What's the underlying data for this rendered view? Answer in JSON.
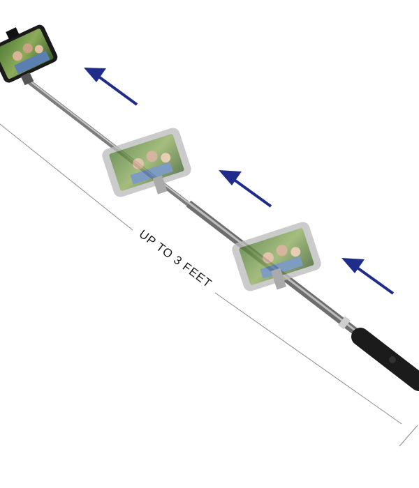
{
  "product": {
    "measurement_label": "UP TO 3 FEET",
    "arrow_color": "#1f2d8a",
    "pole_color": "#9a9a9a",
    "handle_color": "#1b1b1b",
    "phone_positions": [
      "extended",
      "middle",
      "retracted"
    ],
    "icons": [
      "extend-arrow-icon",
      "extend-arrow-icon",
      "extend-arrow-icon"
    ]
  }
}
